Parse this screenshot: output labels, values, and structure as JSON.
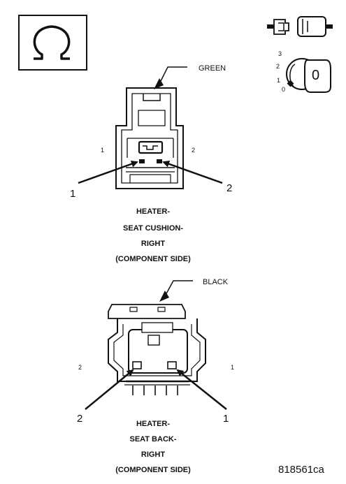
{
  "icons": {
    "ohmmeter": "ohm-symbol-icon",
    "connector": "connector-disconnect-icon",
    "ignition": "ignition-key-off-icon"
  },
  "ignition": {
    "positions": [
      "3",
      "2",
      "1",
      "0"
    ],
    "key_label": "0"
  },
  "connector_top": {
    "wire_color": "GREEN",
    "side_pin_left": "1",
    "side_pin_right": "2",
    "callout_left": "1",
    "callout_right": "2",
    "caption_lines": [
      "HEATER-",
      "SEAT CUSHION-",
      "RIGHT",
      "(COMPONENT SIDE)"
    ]
  },
  "connector_bottom": {
    "wire_color": "BLACK",
    "side_pin_left": "2",
    "side_pin_right": "1",
    "callout_left": "2",
    "callout_right": "1",
    "caption_lines": [
      "HEATER-",
      "SEAT BACK-",
      "RIGHT",
      "(COMPONENT SIDE)"
    ]
  },
  "figure_id": "818561ca"
}
